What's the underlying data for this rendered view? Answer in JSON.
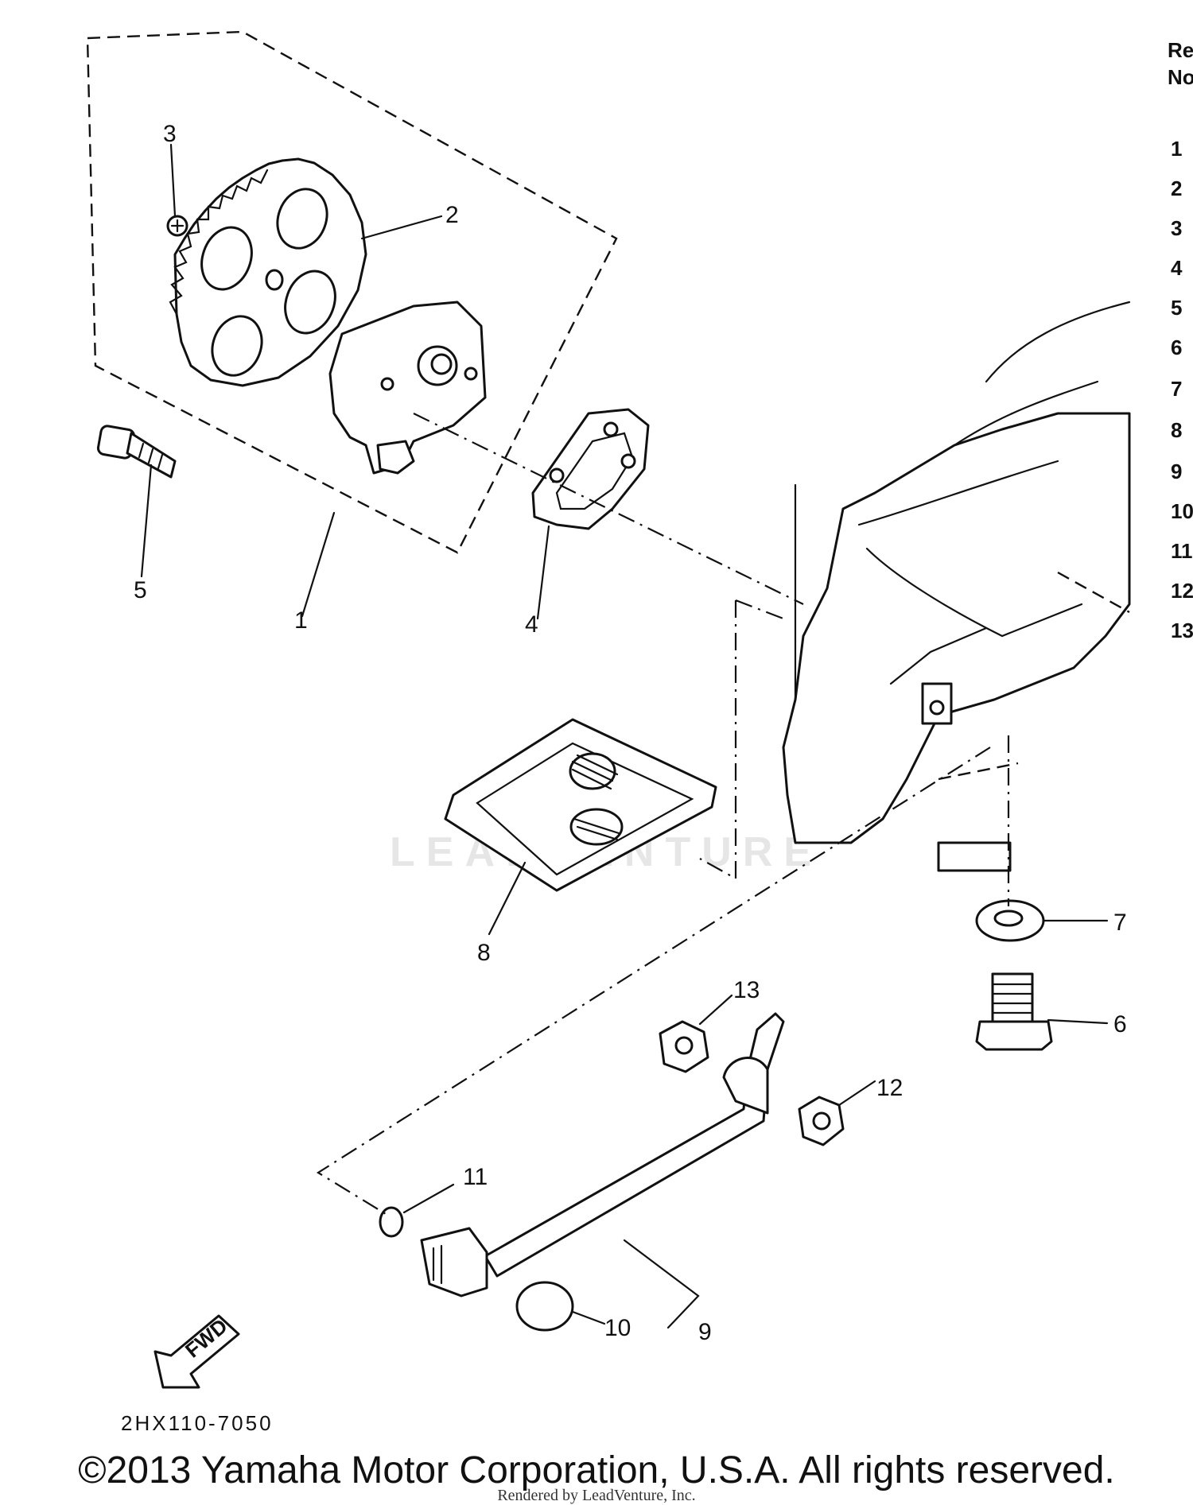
{
  "watermark": "LEADVENTURE",
  "callouts": [
    "1",
    "2",
    "3",
    "4",
    "5",
    "6",
    "7",
    "8",
    "9",
    "10",
    "11",
    "12",
    "13"
  ],
  "figure_code": "2HX110-7050",
  "fwd_label": "FWD",
  "copyright": "©2013 Yamaha Motor Corporation, U.S.A. All rights reserved.",
  "rendered_by": "Rendered by LeadVenture, Inc.",
  "ref_column": {
    "header": [
      "Re",
      "No"
    ],
    "rows": [
      "1",
      "2",
      "3",
      "4",
      "5",
      "6",
      "7",
      "8",
      "9",
      "10",
      "11",
      "12",
      "13"
    ]
  }
}
